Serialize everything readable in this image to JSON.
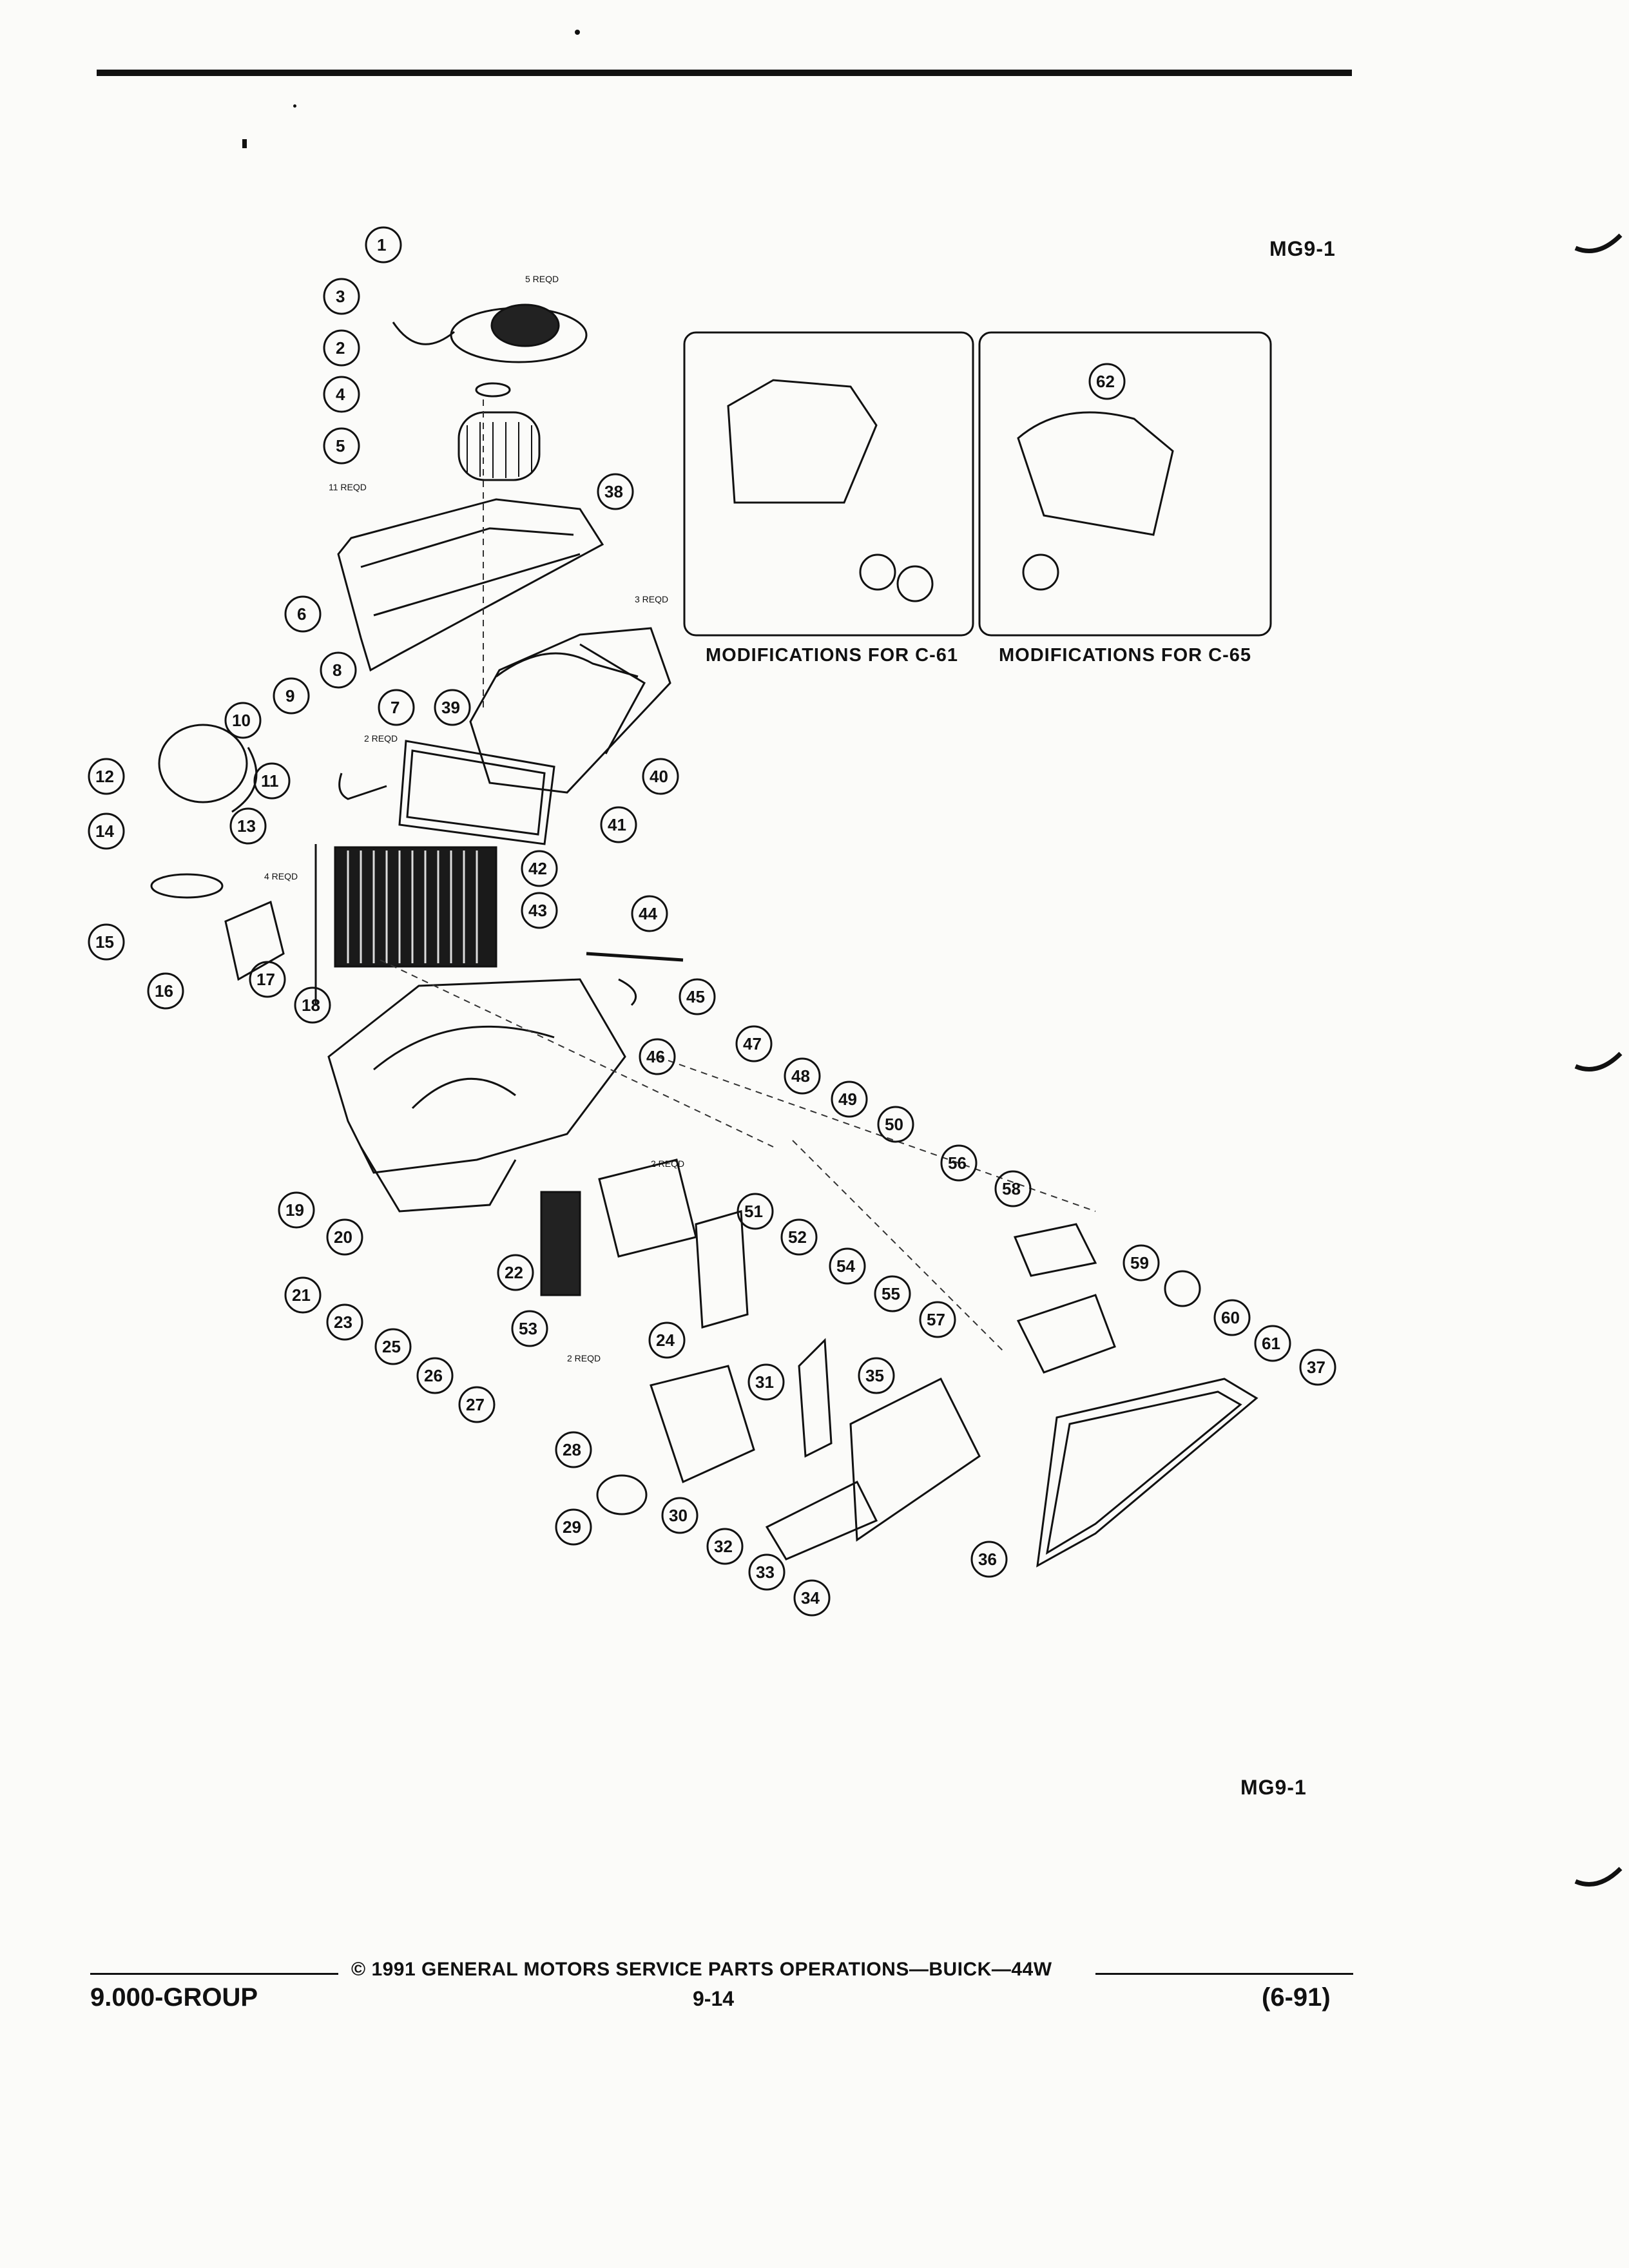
{
  "header": {
    "figure_code": "MG9-1"
  },
  "inset_captions": {
    "c61": "MODIFICATIONS FOR C-61",
    "c65": "MODIFICATIONS FOR C-65"
  },
  "callouts": [
    "1",
    "2",
    "3",
    "4",
    "5",
    "6",
    "7",
    "8",
    "9",
    "10",
    "11",
    "12",
    "13",
    "14",
    "15",
    "16",
    "17",
    "18",
    "19",
    "20",
    "21",
    "22",
    "23",
    "24",
    "25",
    "26",
    "27",
    "28",
    "29",
    "30",
    "31",
    "32",
    "33",
    "34",
    "35",
    "36",
    "37",
    "38",
    "39",
    "40",
    "41",
    "42",
    "43",
    "44",
    "45",
    "46",
    "47",
    "48",
    "49",
    "50",
    "51",
    "52",
    "53",
    "54",
    "55",
    "56",
    "57",
    "58",
    "59",
    "60",
    "61",
    "62"
  ],
  "req_notes": {
    "n1": "5 REQD",
    "n2": "11 REQD",
    "n3": "3 REQD",
    "n4": "2 REQD",
    "n5": "4 REQD",
    "n6": "2 REQD",
    "n7": "2 REQD"
  },
  "figure_code_bottom": "MG9-1",
  "footer": {
    "copyright": "© 1991 GENERAL MOTORS SERVICE PARTS OPERATIONS—BUICK—44W",
    "group": "9.000-GROUP",
    "page": "9-14",
    "date": "(6-91)"
  }
}
